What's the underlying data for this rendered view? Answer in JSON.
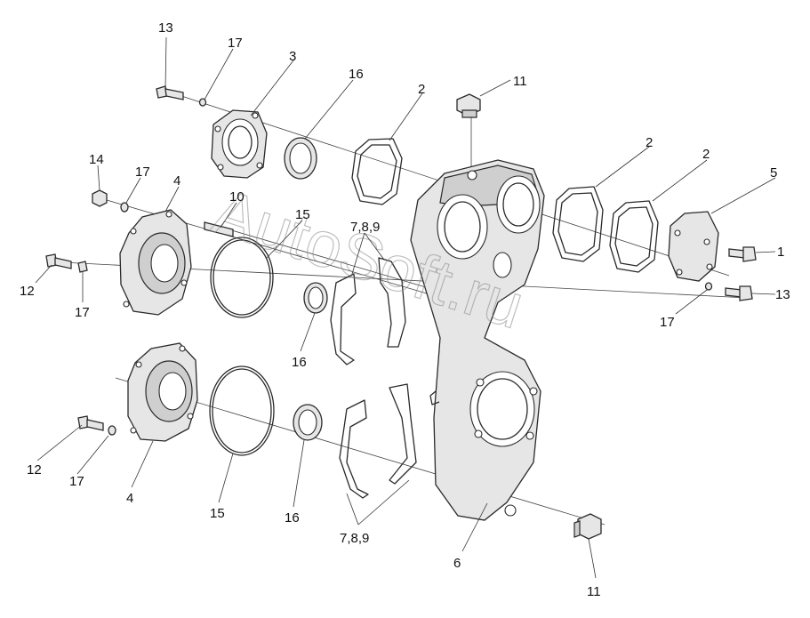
{
  "watermark": "AutoSoft.ru",
  "callouts": {
    "c13_top": "13",
    "c17_top": "17",
    "c3": "3",
    "c16_top": "16",
    "c2_gasket": "2",
    "c11_top": "11",
    "c2_right_a": "2",
    "c2_right_b": "2",
    "c5": "5",
    "c1": "1",
    "c13_right": "13",
    "c17_right": "17",
    "c14": "14",
    "c17_left_top": "17",
    "c4_top": "4",
    "c10": "10",
    "c15_top": "15",
    "c789_top": "7,8,9",
    "c12_top": "12",
    "c17_left_mid": "17",
    "c16_mid": "16",
    "c12_bottom": "12",
    "c17_bottom": "17",
    "c4_bottom": "4",
    "c15_bottom": "15",
    "c16_bottom": "16",
    "c789_bottom": "7,8,9",
    "c6": "6",
    "c11_bottom": "11"
  }
}
